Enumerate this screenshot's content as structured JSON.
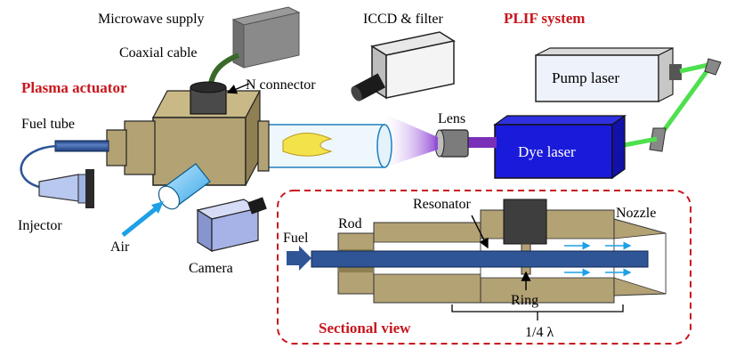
{
  "labels": {
    "microwave_supply": "Microwave supply",
    "coaxial_cable": "Coaxial cable",
    "iccd_filter": "ICCD & filter",
    "plif_system": "PLIF system",
    "plasma_actuator": "Plasma actuator",
    "n_connector": "N connector",
    "fuel_tube": "Fuel tube",
    "lens": "Lens",
    "pump_laser": "Pump laser",
    "dye_laser": "Dye laser",
    "injector": "Injector",
    "air": "Air",
    "camera": "Camera",
    "resonator": "Resonator",
    "rod": "Rod",
    "nozzle": "Nozzle",
    "fuel": "Fuel",
    "ring": "Ring",
    "sectional_view": "Sectional view",
    "quarter_wavelength": "1/4 λ"
  },
  "colors": {
    "accent_red": "#c8161d",
    "brass": "#b3a274",
    "fuel_blue": "#2f5597",
    "laser_green": "#4ee04e",
    "dye_blue": "#1a1adb",
    "beam_purple": "#9b5fd1"
  }
}
